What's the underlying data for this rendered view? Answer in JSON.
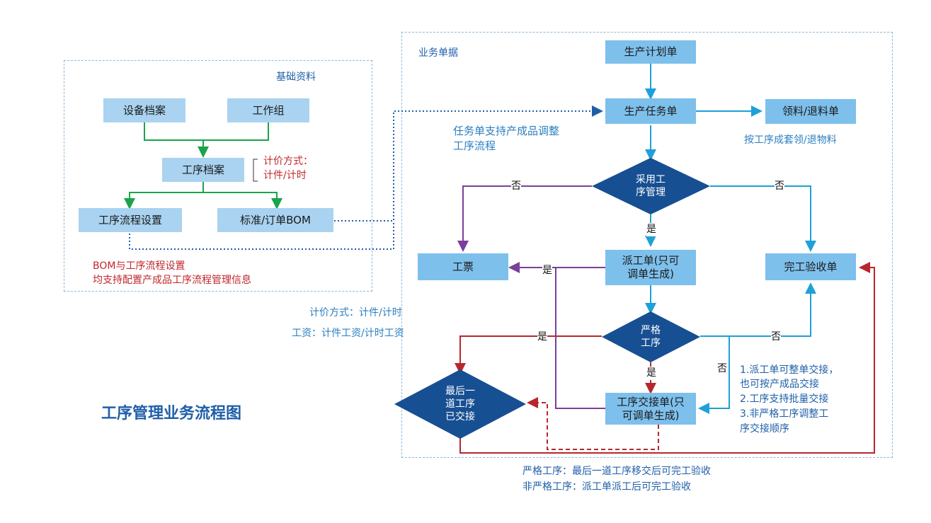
{
  "title": "工序管理业务流程图",
  "basic_panel": {
    "label": "基础资料",
    "boxes": {
      "equipment": "设备档案",
      "workgroup": "工作组",
      "process_file": "工序档案",
      "process_flow_setting": "工序流程设置",
      "bom": "标准/订单BOM"
    },
    "pricing_note": [
      "计价方式：",
      "计件/计时"
    ],
    "bom_note": [
      "BOM与工序流程设置",
      "均支持配置产成品工序流程管理信息"
    ]
  },
  "business_panel": {
    "label": "业务单据",
    "boxes": {
      "production_plan": "生产计划单",
      "production_task": "生产任务单",
      "material_pick": "领料/退料单",
      "work_ticket": "工票",
      "dispatch": [
        "派工单(只可",
        "调单生成)"
      ],
      "completion": "完工验收单",
      "handover": [
        "工序交接单(只",
        "可调单生成)"
      ]
    },
    "diamonds": {
      "use_process": [
        "采用工",
        "序管理"
      ],
      "strict": [
        "严格",
        "工序"
      ],
      "last_step": [
        "最后一",
        "道工序",
        "已交接"
      ]
    },
    "notes": {
      "task_adjust": [
        "任务单支持产成品调整",
        "工序流程"
      ],
      "material_by_set": "按工序成套领/退物料",
      "wage": [
        "计价方式：计件/计时",
        "工资：计件工资/计时工资"
      ],
      "handover_notes": [
        "1.派工单可整单交接，",
        "也可按产成品交接",
        "2.工序支持批量交接",
        "3.非严格工序调整工",
        "序交接顺序"
      ],
      "completion_rules": [
        "严格工序：最后一道工序移交后可完工验收",
        "非严格工序：派工单派工后可完工验收"
      ]
    },
    "edge_labels": {
      "no": "否",
      "yes": "是"
    }
  },
  "colors": {
    "green": "#1aa34a",
    "blue": "#1ea0d8",
    "purple": "#7a3f9a",
    "red": "#b8272d",
    "navy": "#1f5fa8",
    "diamond": "#174f93"
  }
}
